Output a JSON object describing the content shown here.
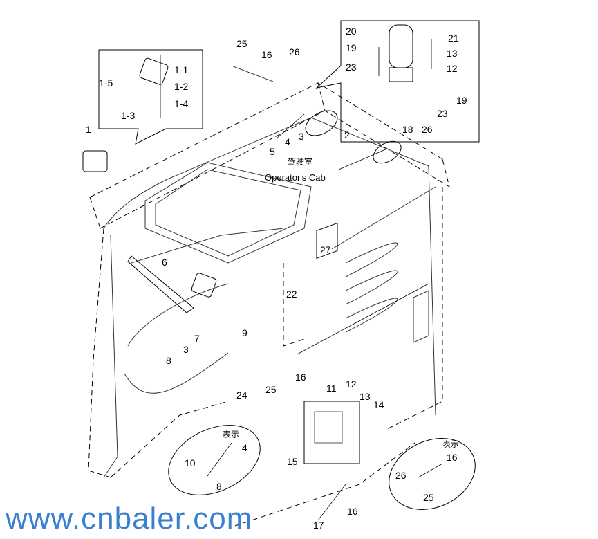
{
  "title_cn": "驾驶室",
  "title_en": "Operator's Cab",
  "watermark": "www.cnbaler.com",
  "detail_note": "表示",
  "labels": [
    "25",
    "16",
    "26",
    "20",
    "21",
    "19",
    "13",
    "23",
    "12",
    "19",
    "23",
    "26",
    "18",
    "1-1",
    "1-2",
    "1-4",
    "1-5",
    "1-3",
    "1",
    "2",
    "3",
    "4",
    "5",
    "27",
    "6",
    "22",
    "9",
    "3",
    "7",
    "8",
    "16",
    "11",
    "12",
    "13",
    "14",
    "24",
    "25",
    "15",
    "4",
    "10",
    "8",
    "16",
    "26",
    "25",
    "17",
    "16"
  ]
}
